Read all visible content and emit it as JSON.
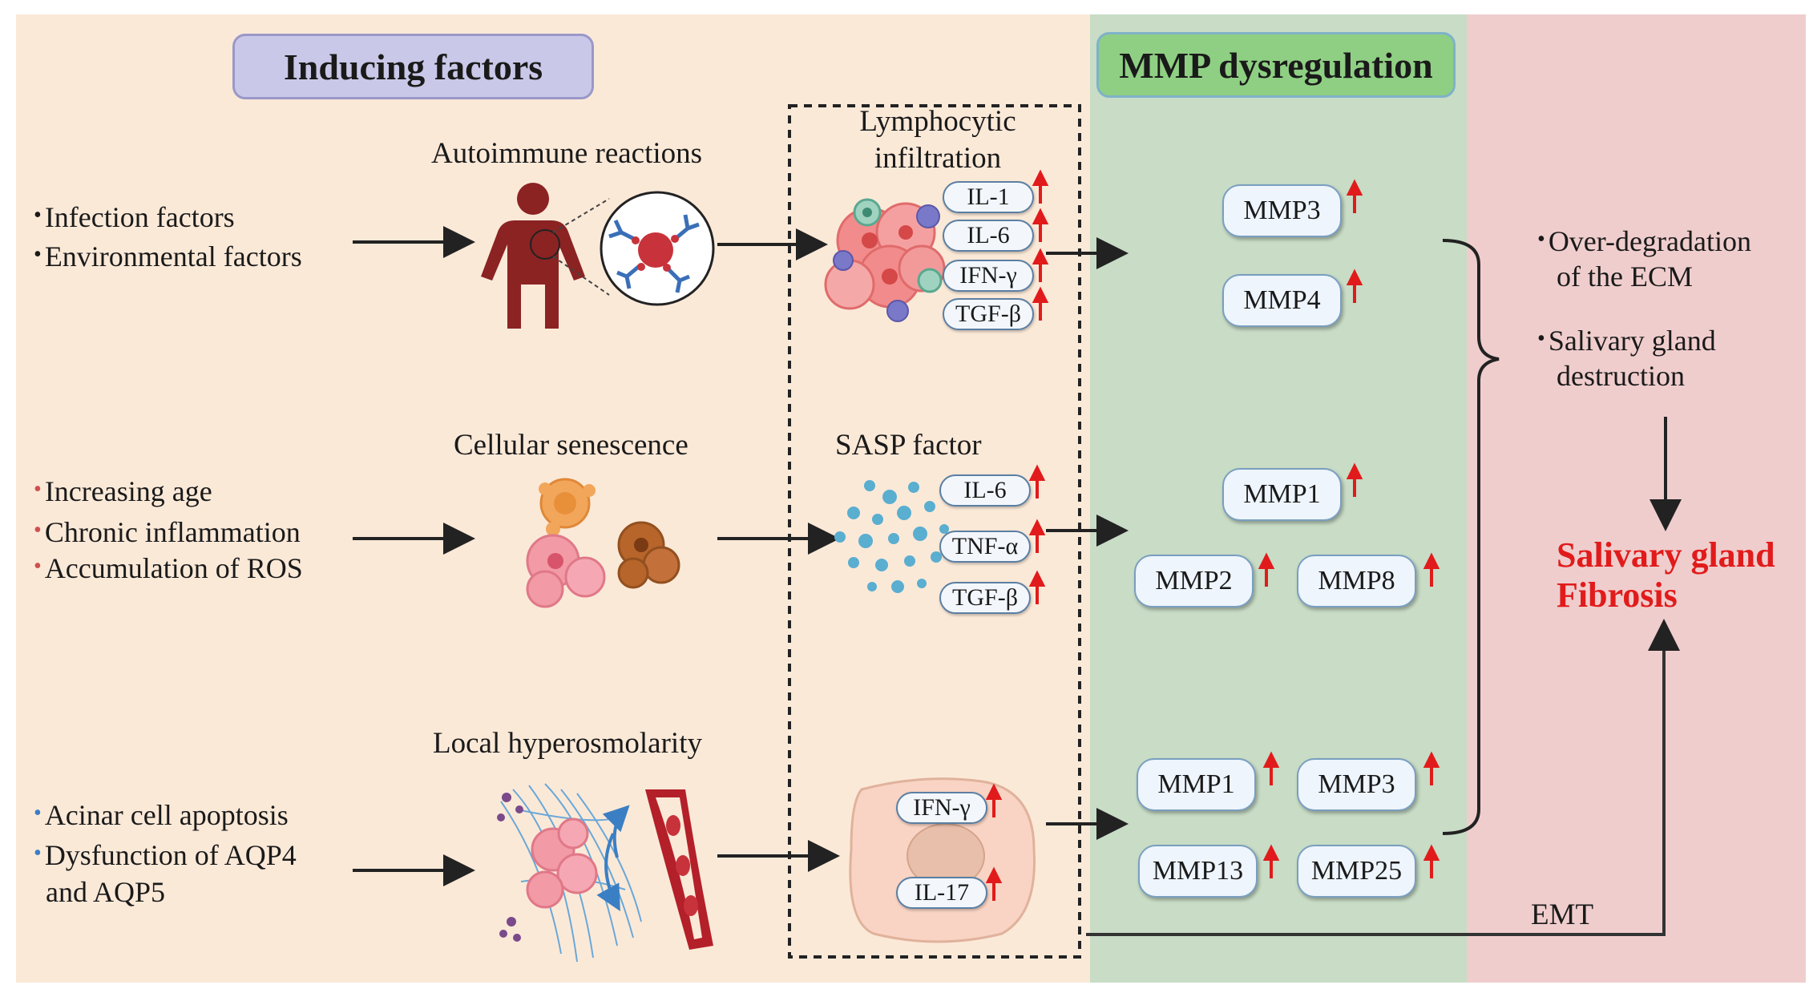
{
  "titles": {
    "inducing": "Inducing factors",
    "mmp": "MMP dysregulation"
  },
  "sections": {
    "autoimmune": "Autoimmune reactions",
    "senescence": "Cellular senescence",
    "hyperosmolarity": "Local hyperosmolarity",
    "lymphocytic_line1": "Lymphocytic",
    "lymphocytic_line2": "infiltration",
    "sasp": "SASP factor"
  },
  "factors": {
    "group1": [
      "Infection factors",
      "Environmental factors"
    ],
    "group2": [
      "Increasing age",
      "Chronic inflammation",
      "Accumulation of ROS"
    ],
    "group3_line1": "Acinar cell apoptosis",
    "group3_line2": "Dysfunction of AQP4",
    "group3_line3": "and AQP5"
  },
  "cytokines": {
    "lymphocytic": [
      "IL-1",
      "IL-6",
      "IFN-γ",
      "TGF-β"
    ],
    "sasp": [
      "IL-6",
      "TNF-α",
      "TGF-β"
    ],
    "cell": [
      "IFN-γ",
      "IL-17"
    ]
  },
  "mmps": {
    "row1": [
      "MMP3",
      "MMP4"
    ],
    "row2": [
      "MMP1",
      "MMP2",
      "MMP8"
    ],
    "row3": [
      "MMP1",
      "MMP3",
      "MMP13",
      "MMP25"
    ]
  },
  "outcomes": {
    "o1_line1": "Over-degradation",
    "o1_line2": "of the ECM",
    "o2_line1": "Salivary gland",
    "o2_line2": "destruction",
    "final_line1": "Salivary gland",
    "final_line2": "Fibrosis"
  },
  "emt_label": "EMT",
  "colors": {
    "left_panel": "#fbe9d8",
    "mid_panel": "#c8dcc6",
    "right_panel": "#f0cdcd",
    "up_arrow": "#e11b1b",
    "fibrosis_text": "#e11b1b",
    "person": "#8b2323",
    "vessel": "#b3202a"
  }
}
